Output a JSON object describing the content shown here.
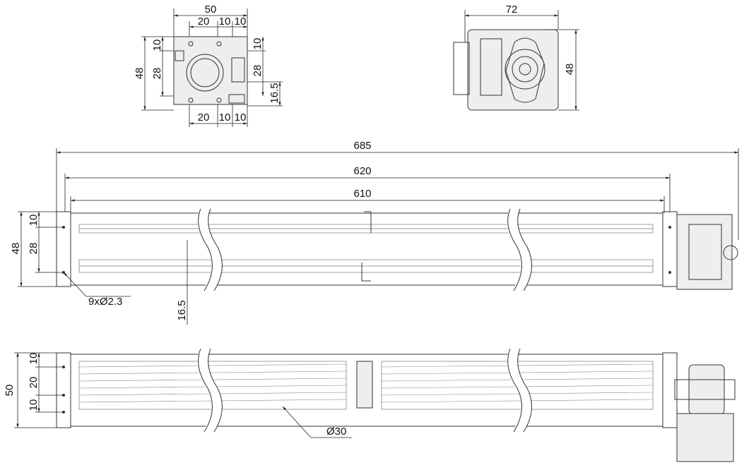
{
  "end_view_left": {
    "width": "50",
    "top_a": "20",
    "top_b": "10",
    "top_c": "10",
    "left_total": "48",
    "left_a": "10",
    "left_b": "28",
    "right_a": "10",
    "right_b": "28",
    "right_c": "16.5",
    "bottom_a": "20",
    "bottom_b": "10",
    "bottom_c": "10"
  },
  "end_view_right": {
    "width": "72",
    "height": "48"
  },
  "front_view": {
    "overall": "685",
    "mid": "620",
    "inner": "610",
    "left_a": "10",
    "left_b": "28",
    "left_total": "48",
    "holes": "9xØ2.3",
    "offset": "16.5"
  },
  "top_view": {
    "left_a": "10",
    "left_b": "20",
    "left_c": "10",
    "left_total": "50",
    "diameter": "Ø30"
  }
}
